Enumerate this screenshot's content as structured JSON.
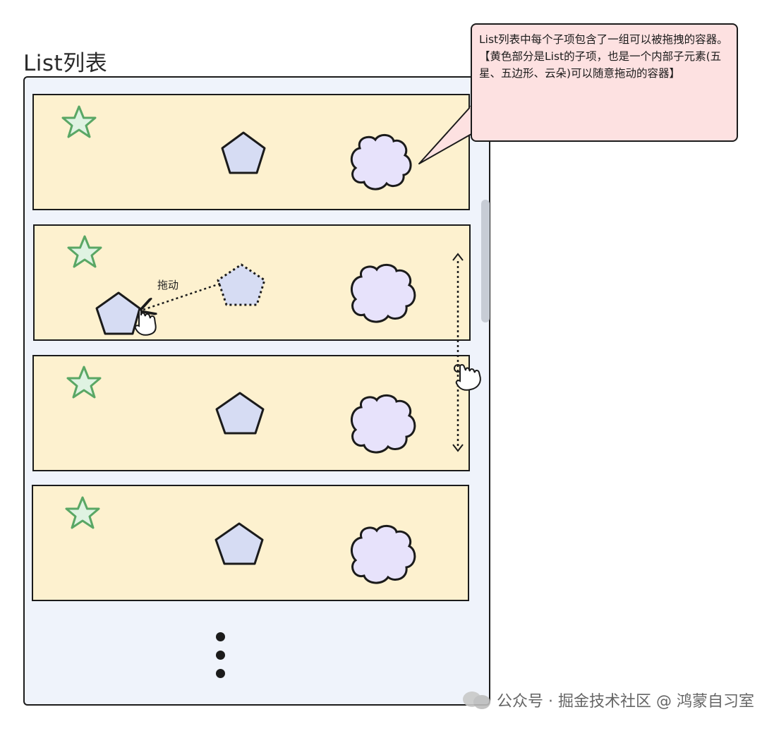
{
  "title": "List列表",
  "callout": {
    "line1": "List列表中每个子项包含了一组可以被拖拽的容器。",
    "line2": "【黄色部分是List的子项，也是一个内部子元素(五星、五边形、云朵)可以随意拖动的容器】"
  },
  "drag_label": "拖动",
  "items": [
    {
      "shapes": [
        "star-icon",
        "pentagon-icon",
        "cloud-icon"
      ]
    },
    {
      "shapes": [
        "star-icon",
        "pentagon-icon",
        "cloud-icon"
      ]
    },
    {
      "shapes": [
        "star-icon",
        "pentagon-icon",
        "cloud-icon"
      ]
    },
    {
      "shapes": [
        "star-icon",
        "pentagon-icon",
        "cloud-icon"
      ]
    }
  ],
  "watermark": "公众号 · 掘金技术社区 @ 鸿蒙自习室",
  "colors": {
    "item_fill": "#fdf1cf",
    "container_fill": "#eff3fb",
    "star_stroke": "#5aa765",
    "star_fill": "#dff3e2",
    "pentagon_fill": "#d6dcf3",
    "cloud_fill": "#e7e2fb",
    "callout_fill": "#fde1e1"
  }
}
